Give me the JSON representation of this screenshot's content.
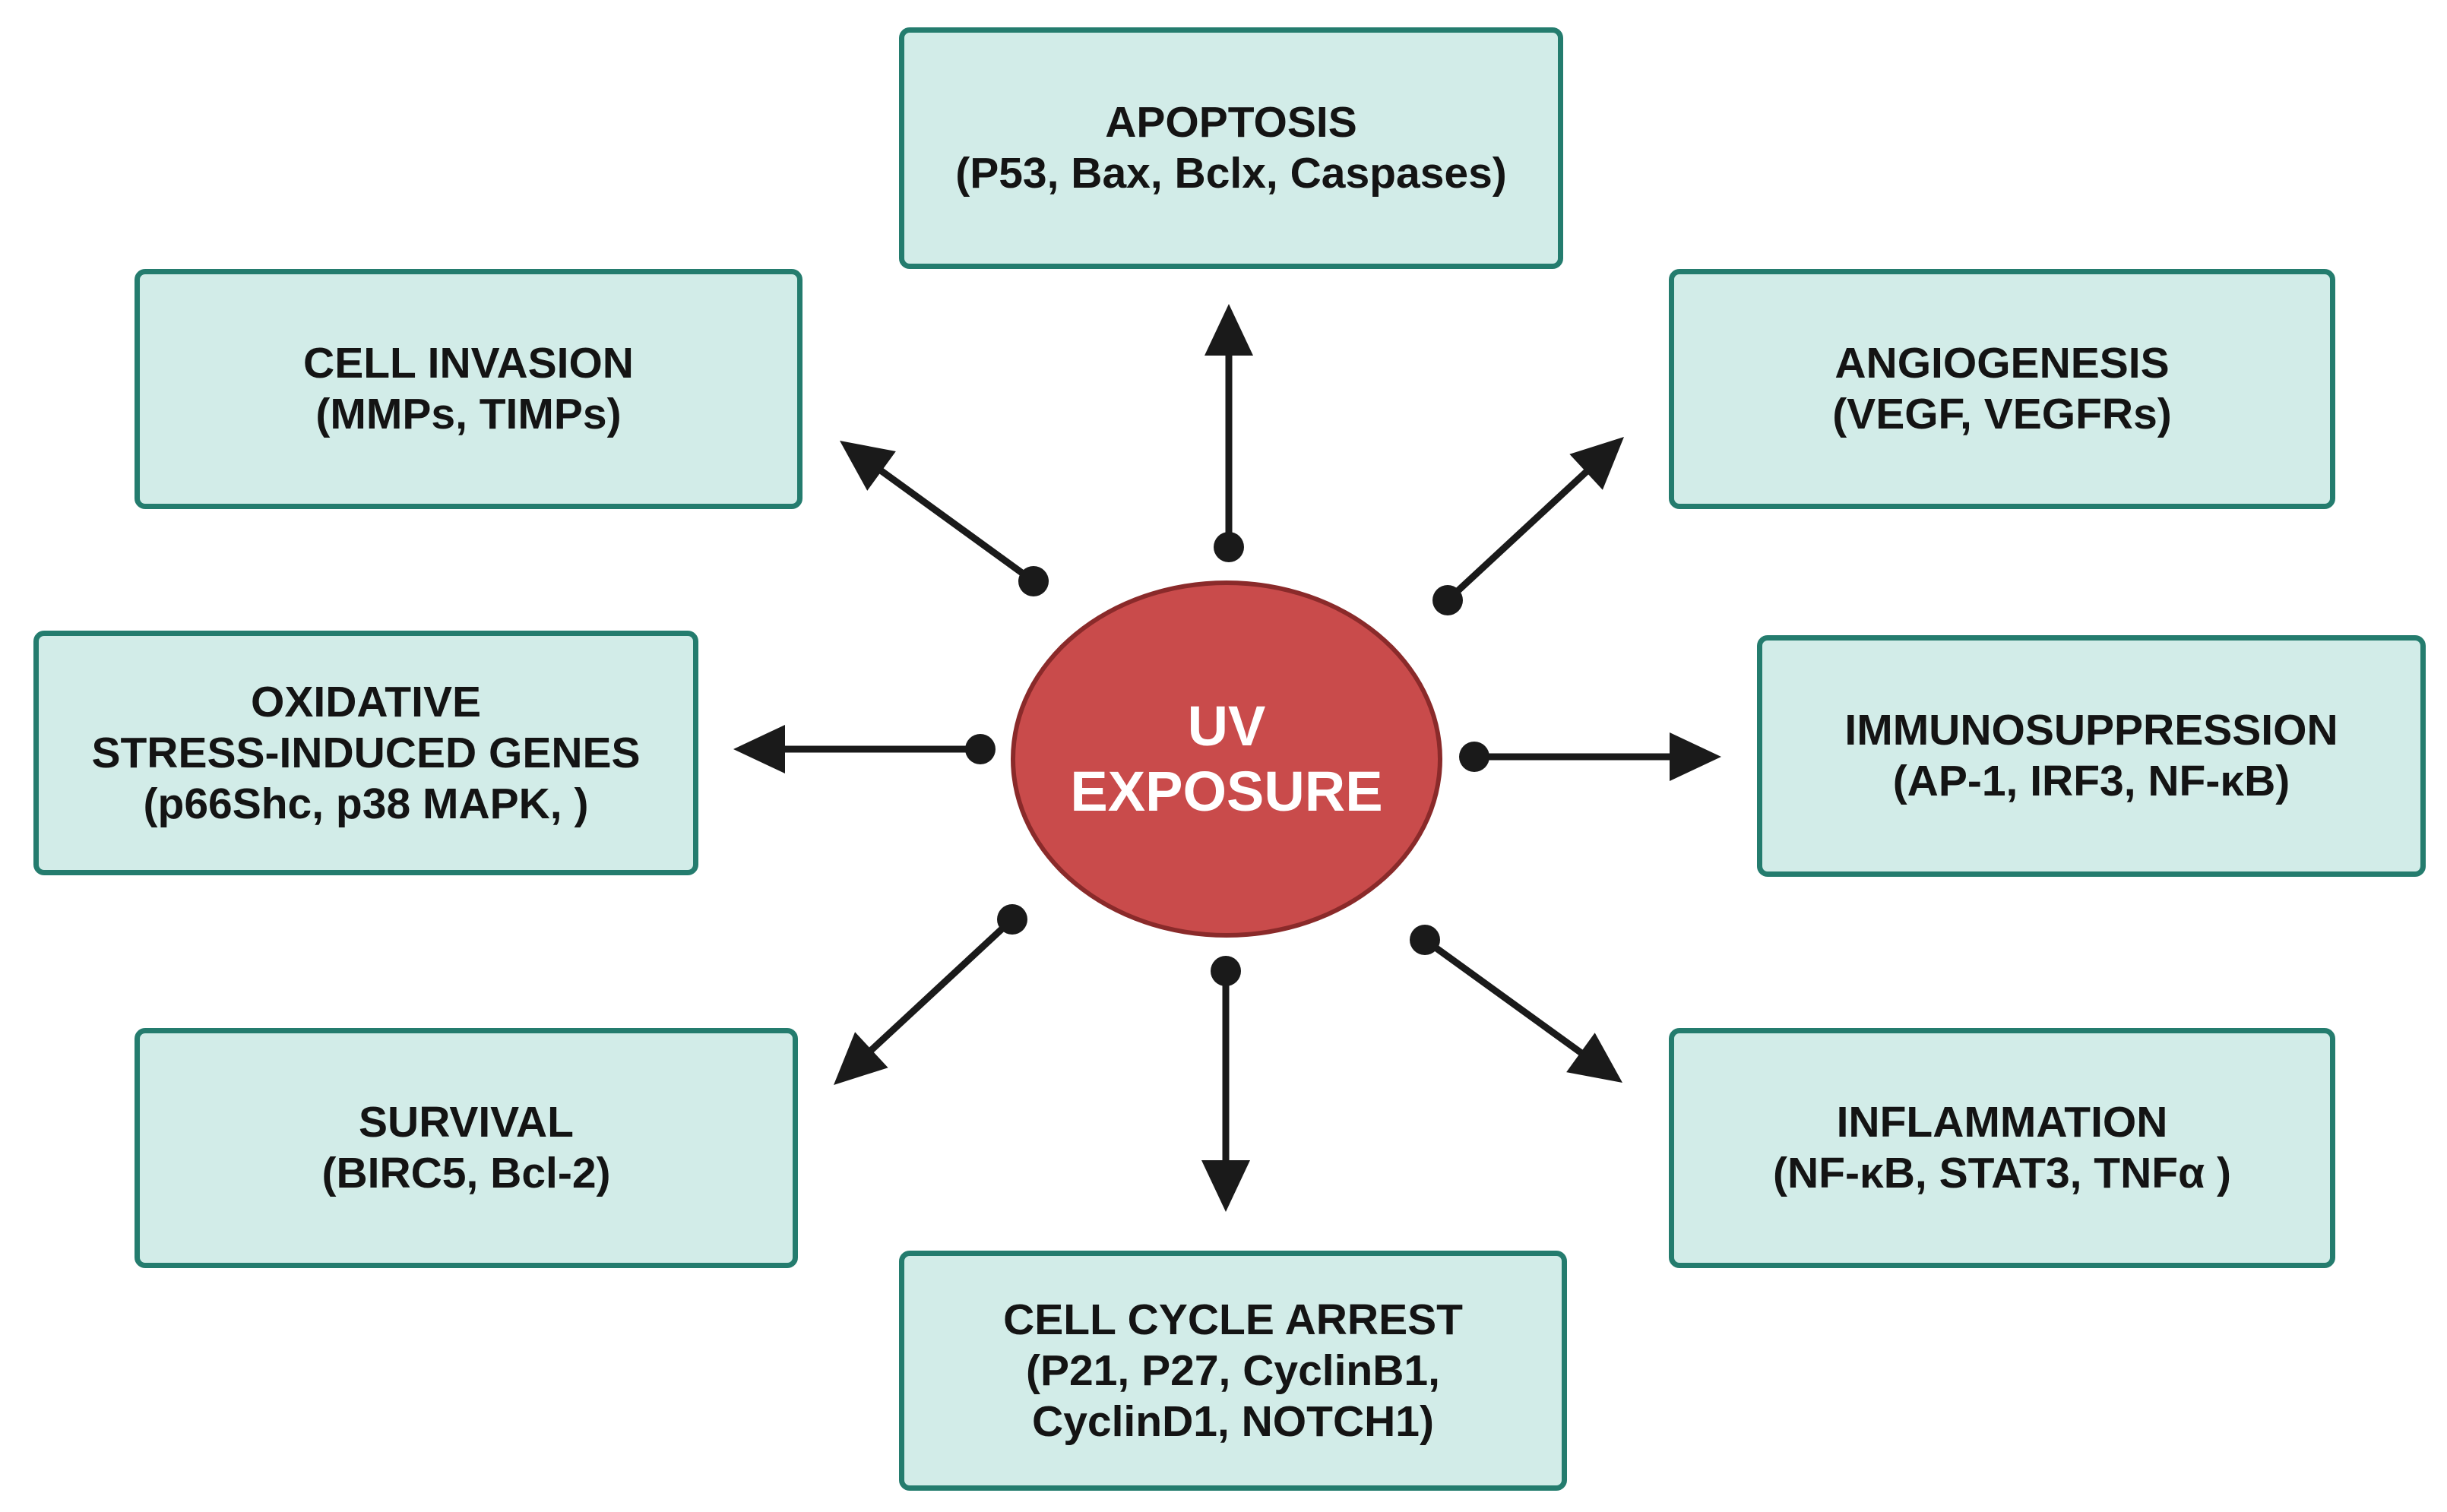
{
  "center": {
    "line1": "UV",
    "line2": "EXPOSURE"
  },
  "colors": {
    "box_fill": "#d2ece8",
    "box_border": "#247c6e",
    "center_fill": "#c94b4b",
    "center_border": "#8a2a2a",
    "arrow": "#1a1a1a"
  },
  "boxes": {
    "apoptosis": {
      "title": "APOPTOSIS",
      "detail": "(P53, Bax, Bclx, Caspases)"
    },
    "cell_invasion": {
      "title": "CELL INVASION",
      "detail": "(MMPs, TIMPs)"
    },
    "angiogenesis": {
      "title": "ANGIOGENESIS",
      "detail": "(VEGF, VEGFRs)"
    },
    "oxidative": {
      "line1": "OXIDATIVE",
      "line2": "STRESS-INDUCED GENES",
      "detail": "(p66Shc, p38 MAPK, )"
    },
    "immunosuppression": {
      "title": "IMMUNOSUPPRESSION",
      "detail": "(AP-1, IRF3, NF-κB)"
    },
    "survival": {
      "title": "SURVIVAL",
      "detail": "(BIRC5, Bcl-2)"
    },
    "inflammation": {
      "title": "INFLAMMATION",
      "detail": "(NF-κB, STAT3, TNFα )"
    },
    "cell_cycle_arrest": {
      "title": "CELL CYCLE ARREST",
      "detail1": "(P21, P27, CyclinB1,",
      "detail2": "CyclinD1, NOTCH1)"
    }
  },
  "arrows": [
    {
      "target": "apoptosis"
    },
    {
      "target": "cell_invasion"
    },
    {
      "target": "angiogenesis"
    },
    {
      "target": "oxidative"
    },
    {
      "target": "immunosuppression"
    },
    {
      "target": "survival"
    },
    {
      "target": "cell_cycle_arrest"
    },
    {
      "target": "inflammation"
    }
  ]
}
